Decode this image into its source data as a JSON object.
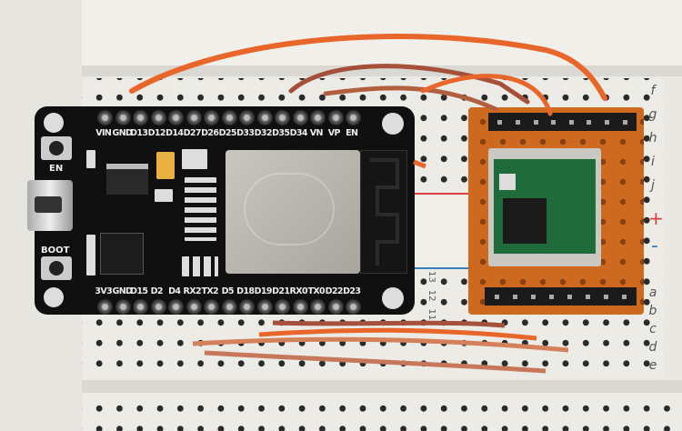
{
  "esp32_board": {
    "top_pin_labels": [
      "VIN",
      "GND",
      "D13",
      "D12",
      "D14",
      "D27",
      "D26",
      "D25",
      "D33",
      "D32",
      "D35",
      "D34",
      "VN",
      "VP",
      "EN"
    ],
    "bottom_pin_labels": [
      "3V3",
      "GND",
      "D15",
      "D2",
      "D4",
      "RX2",
      "TX2",
      "D5",
      "D18",
      "D19",
      "D21",
      "RX0",
      "TX0",
      "D22",
      "D23"
    ],
    "en_button_label": "EN",
    "boot_button_label": "BOOT"
  },
  "breadboard": {
    "row_letters_top": [
      "f",
      "g",
      "h",
      "i",
      "j"
    ],
    "row_letters_bottom": [
      "a",
      "b",
      "c",
      "d",
      "e"
    ],
    "rail_plus": "+",
    "rail_minus": "-",
    "column_numbers": [
      "13",
      "12",
      "11"
    ],
    "colors": {
      "plus_line": "#d44040",
      "minus_line": "#3a7fc0"
    }
  },
  "colors": {
    "board": "#101010",
    "perfboard": "#cd6a20",
    "rf_pcb": "#1f6b3a",
    "wire_orange": "#e8662a",
    "wire_brown": "#a0522d"
  }
}
